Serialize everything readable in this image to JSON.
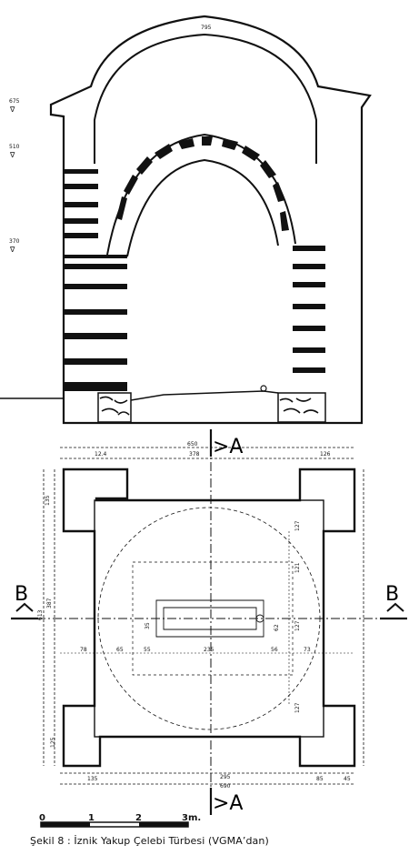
{
  "elevation": {
    "crown_level": "795",
    "levels": [
      "675",
      "510",
      "370"
    ]
  },
  "plan": {
    "overall_width": "650",
    "left_width": "12.4",
    "center_width": "378",
    "right_width": "126",
    "left_height": "135",
    "left_total": "613",
    "left_inner": "387",
    "right_1": "127",
    "right_2": "121",
    "right_3": "127",
    "tomb_height": "35",
    "tomb_depth": "62",
    "bottom_left": "125",
    "bottom_1": "78",
    "bottom_2": "65",
    "bottom_3": "55",
    "bottom_4": "235",
    "bottom_5": "56",
    "bottom_6": "73",
    "low_left": "135",
    "low_mid": "295",
    "low_mid_2": "690",
    "low_right_1": "85",
    "low_right_2": "45"
  },
  "section_labels": {
    "a_top": ">A",
    "a_bottom": ">A",
    "b_left": "B",
    "b_right": "B"
  },
  "scale": {
    "ticks": [
      "0",
      "1",
      "2",
      "3m."
    ]
  },
  "caption": "Şekil 8 : İznik Yakup Çelebi Türbesi (VGMA’dan)"
}
